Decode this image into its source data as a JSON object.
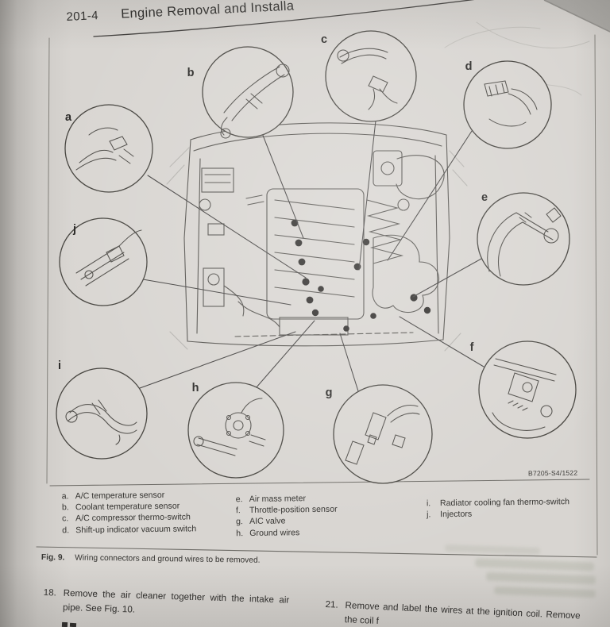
{
  "header": {
    "page_number": "201-4",
    "title": "Engine Removal and Installa"
  },
  "figure": {
    "code": "B7205-S4/1522",
    "callout_letters": {
      "a": "a",
      "b": "b",
      "c": "c",
      "d": "d",
      "e": "e",
      "f": "f",
      "g": "g",
      "h": "h",
      "i": "i",
      "j": "j"
    },
    "legend": {
      "col1": [
        {
          "key": "a.",
          "label": "A/C temperature sensor"
        },
        {
          "key": "b.",
          "label": "Coolant temperature sensor"
        },
        {
          "key": "c.",
          "label": "A/C compressor thermo-switch"
        },
        {
          "key": "d.",
          "label": "Shift-up indicator vacuum switch"
        }
      ],
      "col2": [
        {
          "key": "e.",
          "label": "Air mass meter"
        },
        {
          "key": "f.",
          "label": "Throttle-position sensor"
        },
        {
          "key": "g.",
          "label": "AIC valve"
        },
        {
          "key": "h.",
          "label": "Ground wires"
        }
      ],
      "col3": [
        {
          "key": "i.",
          "label": "Radiator cooling fan thermo-switch"
        },
        {
          "key": "j.",
          "label": "Injectors"
        }
      ]
    },
    "caption": {
      "label": "Fig. 9.",
      "text": "Wiring connectors and ground wires to be removed."
    }
  },
  "steps": {
    "step18": {
      "number": "18.",
      "line1": "Remove the air cleaner together with the intake air",
      "line2": "pipe. See Fig. 10."
    },
    "step21": {
      "number": "21.",
      "line1": "Remove and label the wires at the ignition coil. Remove",
      "line2": "the coil f"
    }
  }
}
